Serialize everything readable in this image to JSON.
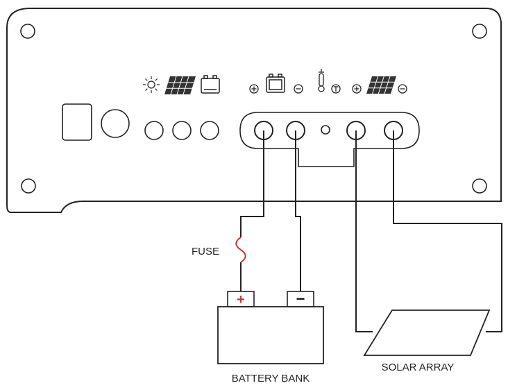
{
  "labels": {
    "fuse": "FUSE",
    "battery": "BATTERY BANK",
    "solar": "SOLAR ARRAY"
  },
  "battery_terminals": {
    "positive": "+",
    "negative": "−"
  },
  "colors": {
    "outline": "#222222",
    "fuse": "#c0392b",
    "positive": "#c0392b"
  },
  "icons": [
    "sun-icon",
    "solar-panel-icon",
    "battery-icon",
    "positive-terminal-icon",
    "battery-icon",
    "negative-terminal-icon",
    "thermometer-icon",
    "temperature-sensor-icon",
    "positive-terminal-icon",
    "solar-panel-icon",
    "negative-terminal-icon"
  ]
}
